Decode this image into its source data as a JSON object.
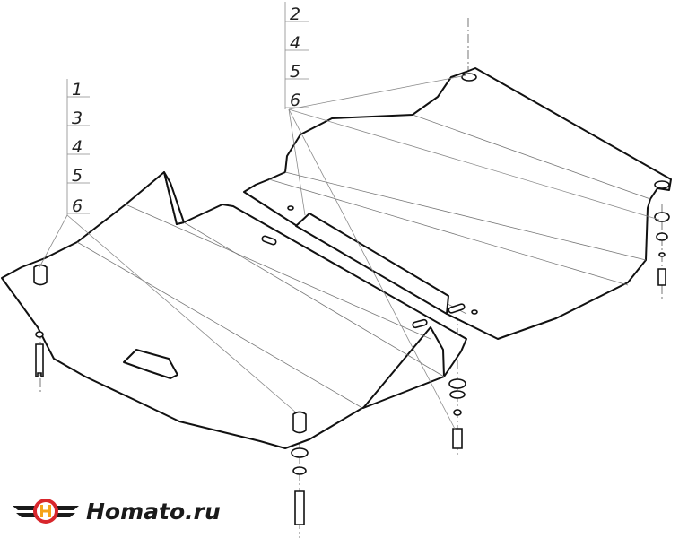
{
  "callouts": {
    "left_group": [
      "1",
      "3",
      "4",
      "5",
      "6"
    ],
    "right_group": [
      "2",
      "4",
      "5",
      "6"
    ]
  },
  "logo": {
    "text": "Homato.ru",
    "colors": {
      "circle": "#d8262c",
      "letter": "#f5a31a",
      "text": "#1a1a1a"
    }
  },
  "colors": {
    "line": "#111111",
    "leader": "#8a8a8a",
    "background": "#ffffff"
  }
}
